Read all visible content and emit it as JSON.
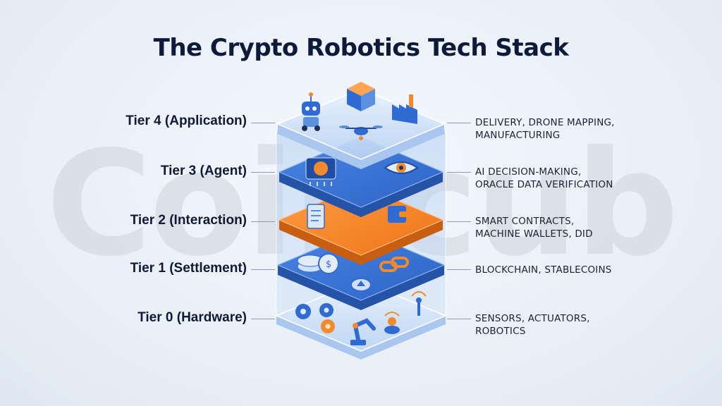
{
  "watermark": "Coincub",
  "title": "The Crypto Robotics Tech Stack",
  "tiers": [
    {
      "label": "Tier 4 (Application)",
      "desc": [
        "DELIVERY, DRONE MAPPING,",
        "MANUFACTURING"
      ]
    },
    {
      "label": "Tier 3 (Agent)",
      "desc": [
        "AI DECISION-MAKING,",
        "ORACLE DATA VERIFICATION"
      ]
    },
    {
      "label": "Tier 2 (Interaction)",
      "desc": [
        "SMART CONTRACTS,",
        "MACHINE WALLETS, DID"
      ]
    },
    {
      "label": "Tier 1 (Settlement)",
      "desc": [
        "BLOCKCHAIN, STABLECOINS"
      ]
    },
    {
      "label": "Tier 0 (Hardware)",
      "desc": [
        "SENSORS, ACTUATORS,",
        "ROBOTICS"
      ]
    }
  ],
  "colors": {
    "application": "#dbe9fb",
    "agent": "#3f7ad9",
    "interaction": "#f5882b",
    "settlement": "#3f7ad9",
    "hardware": "#dbe9fb"
  },
  "icons": {
    "application": [
      "robot-icon",
      "package-icon",
      "factory-icon",
      "drone-icon"
    ],
    "agent": [
      "ai-chip-icon",
      "eye-icon"
    ],
    "interaction": [
      "contract-scroll-icon",
      "wallet-icon"
    ],
    "settlement": [
      "coin-stack-icon",
      "chain-link-icon",
      "token-coin-icon"
    ],
    "hardware": [
      "gears-icon",
      "robotic-arm-icon",
      "sensor-icon",
      "antenna-icon"
    ]
  }
}
